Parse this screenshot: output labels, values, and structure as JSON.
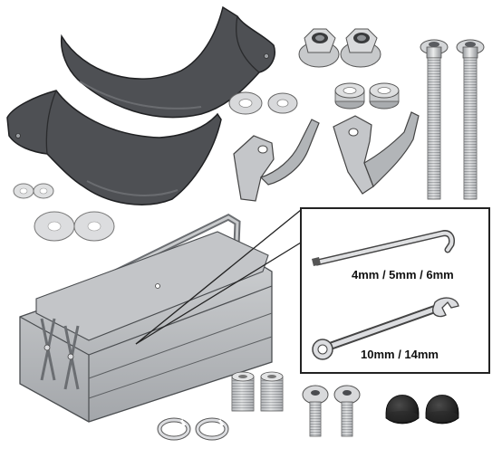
{
  "callout": {
    "hex_keys_label": "4mm / 5mm / 6mm",
    "wrench_label": "10mm / 14mm"
  },
  "colors": {
    "guard": "#505256",
    "guard_edge": "#2a2b2d",
    "metal_light": "#e2e3e4",
    "metal_mid": "#c7c9cb",
    "metal_dark": "#8e9195",
    "toolbox": "#b9bcbf",
    "cap": "#1c1c1c"
  },
  "icons": [
    "hand-guard",
    "flange-nut",
    "long-bolt",
    "washer",
    "spacer",
    "mounting-bracket",
    "toolbox",
    "hex-key",
    "combination-wrench",
    "short-bolt",
    "split-washer",
    "bolt-cap"
  ]
}
